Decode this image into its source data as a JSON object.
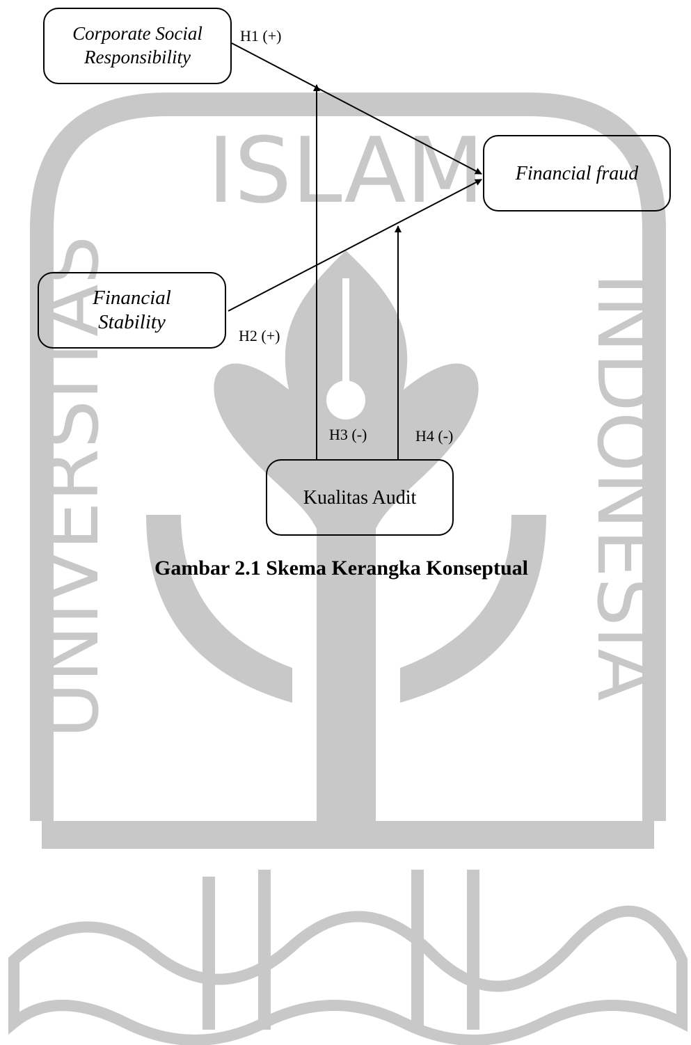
{
  "nodes": {
    "csr": "Corporate Social Responsibility",
    "financial_fraud": "Financial fraud",
    "financial_stability": "Financial Stability",
    "kualitas_audit": "Kualitas Audit"
  },
  "hypotheses": {
    "h1": "H1 (+)",
    "h2": "H2 (+)",
    "h3": "H3 (-)",
    "h4": "H4 (-)"
  },
  "caption": "Gambar 2.1 Skema Kerangka Konseptual",
  "watermark": {
    "text_top": "ISLAM",
    "text_left": "UNIVERSITAS",
    "text_right": "INDONESIA",
    "color": "#c8c8c8",
    "emblem": "university-emblem-watermark"
  },
  "colors": {
    "stroke": "#000000",
    "watermark": "#c8c8c8"
  }
}
